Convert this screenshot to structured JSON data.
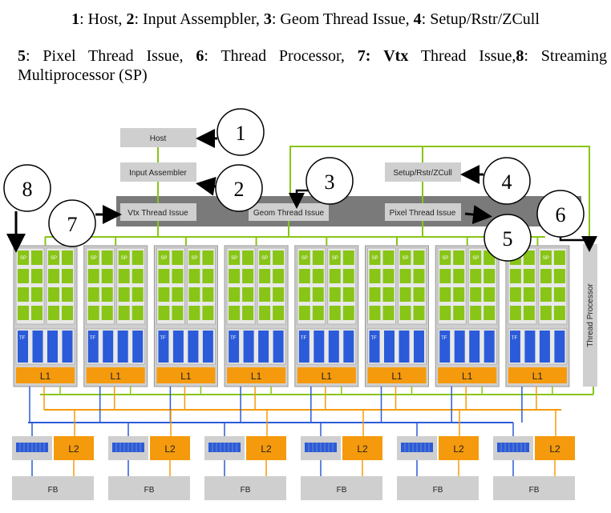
{
  "caption": {
    "line1": [
      {
        "num": "1",
        "text": ":  Host, "
      },
      {
        "num": "2",
        "text": ":  Input Assempbler, "
      },
      {
        "num": "3",
        "text": ":  Geom Thread Issue, "
      },
      {
        "num": "4",
        "text": ": Setup/Rstr/ZCull"
      }
    ],
    "line2": [
      {
        "num": "5",
        "text": ": Pixel Thread Issue, "
      },
      {
        "num": "6",
        "text": ": Thread Processor, "
      },
      {
        "num": "7:",
        "text": " "
      },
      {
        "num": "Vtx",
        "text": " Thread Issue,"
      },
      {
        "num": "8",
        "text": ": Streaming Multiprocessor (SP)"
      }
    ]
  },
  "blocks": {
    "host": "Host",
    "input_assembler": "Input Assembler",
    "setup": "Setup/Rstr/ZCull",
    "vtx": "Vtx Thread Issue",
    "geom": "Geom Thread Issue",
    "pixel": "Pixel Thread Issue",
    "thread_processor": "Thread Processor"
  },
  "cluster_labels": {
    "sp": "SP",
    "tf": "TF",
    "l1": "L1"
  },
  "memory": {
    "l2": "L2",
    "fb": "FB"
  },
  "callouts": [
    "1",
    "2",
    "3",
    "4",
    "5",
    "6",
    "7",
    "8"
  ],
  "colors": {
    "green": "#88c516",
    "blue": "#2b5bd9",
    "orange": "#f59a0c",
    "gray_box": "#cfcfcf",
    "dark_bar": "#7a7a7a"
  }
}
